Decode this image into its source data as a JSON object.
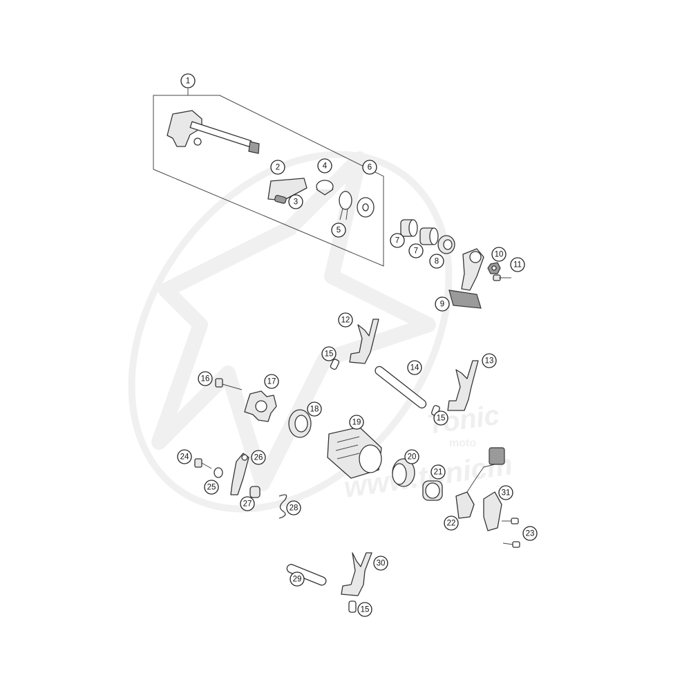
{
  "watermark": {
    "brand": "Tonic",
    "sub": "moto",
    "url": "www.tonicm"
  },
  "callouts": [
    {
      "id": "c1",
      "label": "1"
    },
    {
      "id": "c2",
      "label": "2"
    },
    {
      "id": "c3",
      "label": "3"
    },
    {
      "id": "c4",
      "label": "4"
    },
    {
      "id": "c5",
      "label": "5"
    },
    {
      "id": "c6",
      "label": "6"
    },
    {
      "id": "c7a",
      "label": "7"
    },
    {
      "id": "c7b",
      "label": "7"
    },
    {
      "id": "c8",
      "label": "8"
    },
    {
      "id": "c9",
      "label": "9"
    },
    {
      "id": "c10",
      "label": "10"
    },
    {
      "id": "c11",
      "label": "11"
    },
    {
      "id": "c12",
      "label": "12"
    },
    {
      "id": "c13",
      "label": "13"
    },
    {
      "id": "c14",
      "label": "14"
    },
    {
      "id": "c15a",
      "label": "15"
    },
    {
      "id": "c15b",
      "label": "15"
    },
    {
      "id": "c15c",
      "label": "15"
    },
    {
      "id": "c16",
      "label": "16"
    },
    {
      "id": "c17",
      "label": "17"
    },
    {
      "id": "c18",
      "label": "18"
    },
    {
      "id": "c19",
      "label": "19"
    },
    {
      "id": "c20",
      "label": "20"
    },
    {
      "id": "c21",
      "label": "21"
    },
    {
      "id": "c22",
      "label": "22"
    },
    {
      "id": "c23",
      "label": "23"
    },
    {
      "id": "c24",
      "label": "24"
    },
    {
      "id": "c25",
      "label": "25"
    },
    {
      "id": "c26",
      "label": "26"
    },
    {
      "id": "c27",
      "label": "27"
    },
    {
      "id": "c28",
      "label": "28"
    },
    {
      "id": "c29",
      "label": "29"
    },
    {
      "id": "c30",
      "label": "30"
    },
    {
      "id": "c31",
      "label": "31"
    }
  ]
}
